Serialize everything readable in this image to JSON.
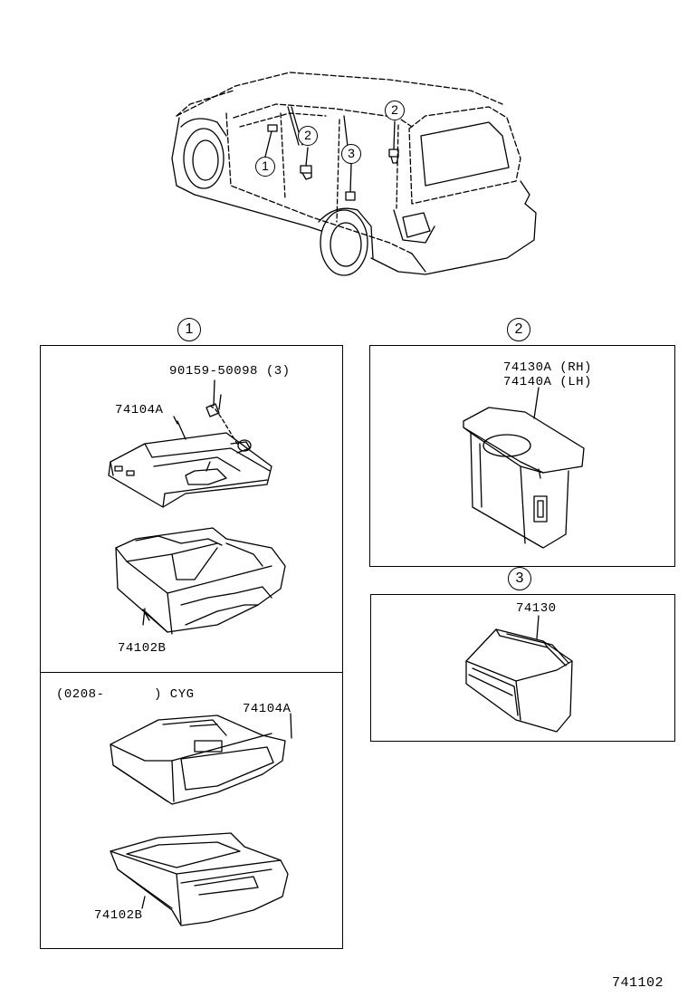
{
  "section_markers": {
    "one": "1",
    "two": "2",
    "three": "3"
  },
  "vehicle_callouts": {
    "one": "1",
    "two_front": "2",
    "two_rear": "2",
    "three": "3"
  },
  "section1": {
    "screw_label": "90159-50098 (3)",
    "retainer_top_label": "74104A",
    "ashtray_top_label": "74102B",
    "variant_note_prefix": "(0208-",
    "variant_note_suffix": ") CYG",
    "retainer_bottom_label": "74104A",
    "ashtray_bottom_label": "74102B"
  },
  "section2": {
    "part_rh": "74130A (RH)",
    "part_lh": "74140A (LH)"
  },
  "section3": {
    "part": "74130"
  },
  "figure_number": "741102"
}
